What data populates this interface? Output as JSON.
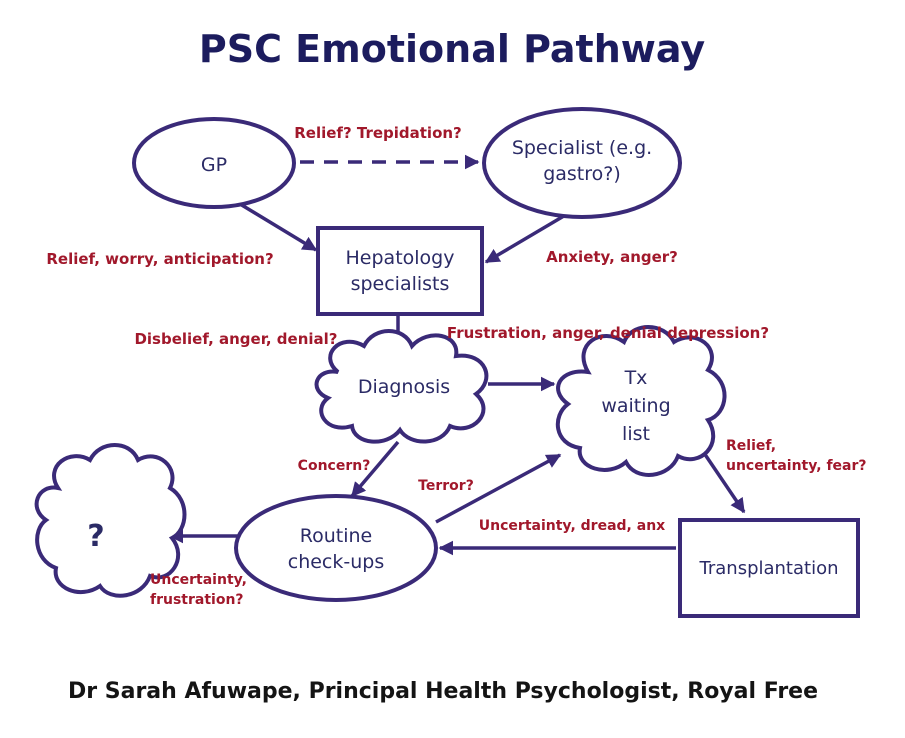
{
  "title": "PSC Emotional Pathway",
  "credit": "Dr Sarah Afuwape, Principal Health Psychologist, Royal Free",
  "colors": {
    "title": "#1c1c5e",
    "node_stroke": "#3a2a78",
    "node_text": "#2b2b66",
    "edge_label": "#a1182b"
  },
  "nodes": {
    "gp": {
      "label": [
        "GP"
      ]
    },
    "specialist": {
      "label": [
        "Specialist (e.g.",
        "gastro?)"
      ]
    },
    "hepatology": {
      "label": [
        "Hepatology",
        "specialists"
      ]
    },
    "diagnosis": {
      "label": [
        "Diagnosis"
      ]
    },
    "waiting": {
      "label": [
        "Tx",
        "waiting",
        "list"
      ]
    },
    "routine": {
      "label": [
        "Routine",
        "check-ups"
      ]
    },
    "unknown": {
      "label": [
        "?"
      ]
    },
    "transplant": {
      "label": [
        "Transplantation"
      ]
    }
  },
  "edge_labels": {
    "gp_specialist": [
      "Relief? Trepidation?"
    ],
    "gp_hepatology": [
      "Relief, worry, anticipation?"
    ],
    "specialist_hepatology": [
      "Anxiety, anger?"
    ],
    "hepatology_diagnosis": [
      "Disbelief, anger, denial?"
    ],
    "diagnosis_waiting": [
      "Frustration, anger, denial depression?"
    ],
    "diagnosis_routine": [
      "Concern?"
    ],
    "routine_waiting": [
      "Terror?"
    ],
    "waiting_transplant": [
      "Relief,",
      "uncertainty, fear?"
    ],
    "transplant_routine": [
      "Uncertainty, dread, anx"
    ],
    "routine_unknown": [
      "Uncertainty,",
      "frustration?"
    ]
  }
}
